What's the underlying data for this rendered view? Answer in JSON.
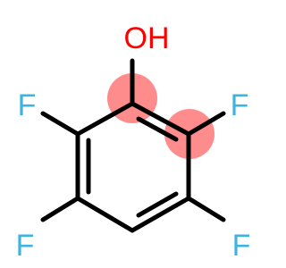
{
  "molecule": {
    "atoms": {
      "oh": "OH",
      "f_top_left": "F",
      "f_top_right": "F",
      "f_bottom_left": "F",
      "f_bottom_right": "F"
    },
    "colors": {
      "oxygen": "#ff0000",
      "fluorine": "#3cb4dc",
      "bond": "#000000",
      "highlight": "#ff8c8c"
    }
  }
}
